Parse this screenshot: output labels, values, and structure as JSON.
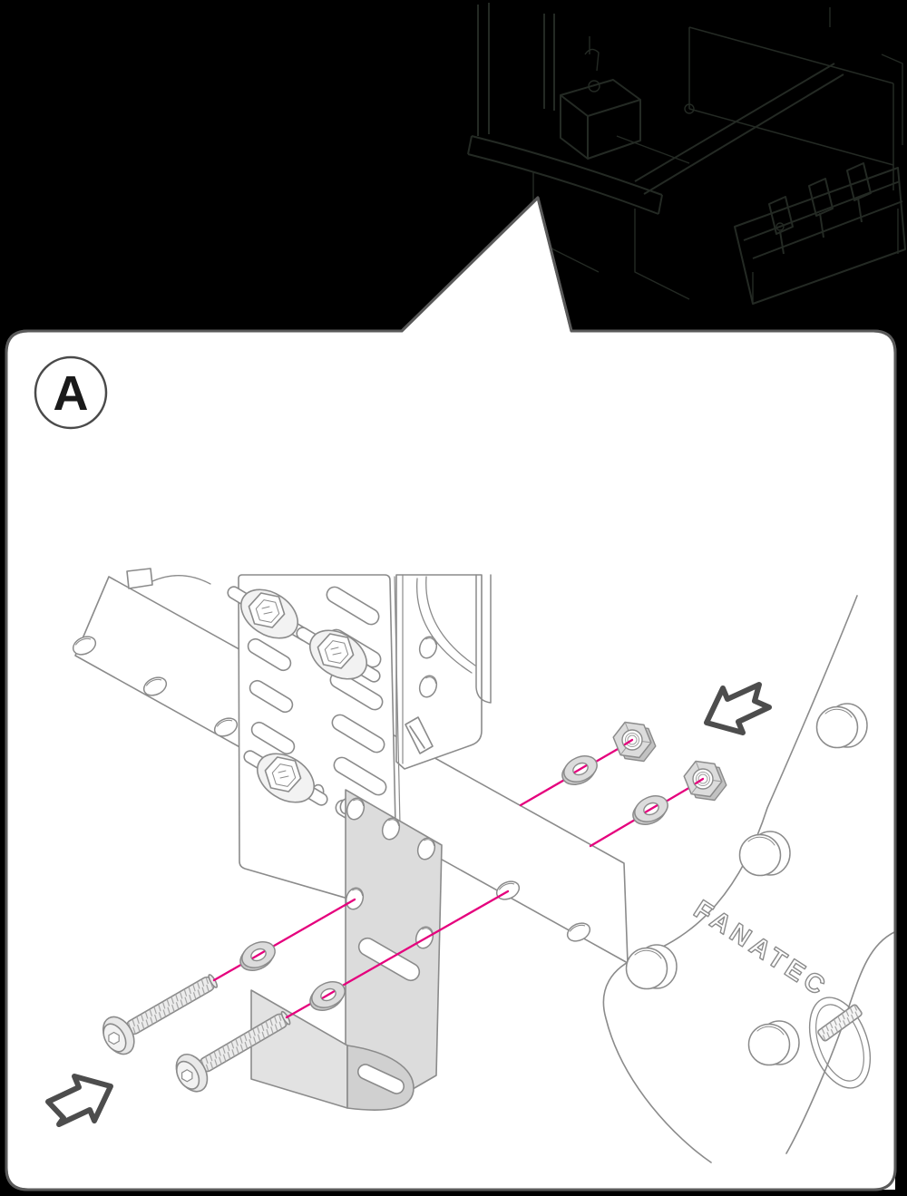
{
  "page": {
    "background": "#000000"
  },
  "callout": {
    "step_label": "A",
    "fill": "#ffffff",
    "border_color": "#5a5a5a"
  },
  "branding": {
    "logo_text": "FANATEC"
  },
  "colors": {
    "line_art": "#8b8b8b",
    "metal_fill": "#dcdcdc",
    "accent_magenta": "#e5007d",
    "arrow_outline": "#4d4d4d",
    "sketch_line": "#242a24",
    "label_text": "#1a1a1a"
  },
  "icons": {
    "direction_arrow_up_right": "hollow-arrow",
    "direction_arrow_down_left": "hollow-arrow"
  }
}
